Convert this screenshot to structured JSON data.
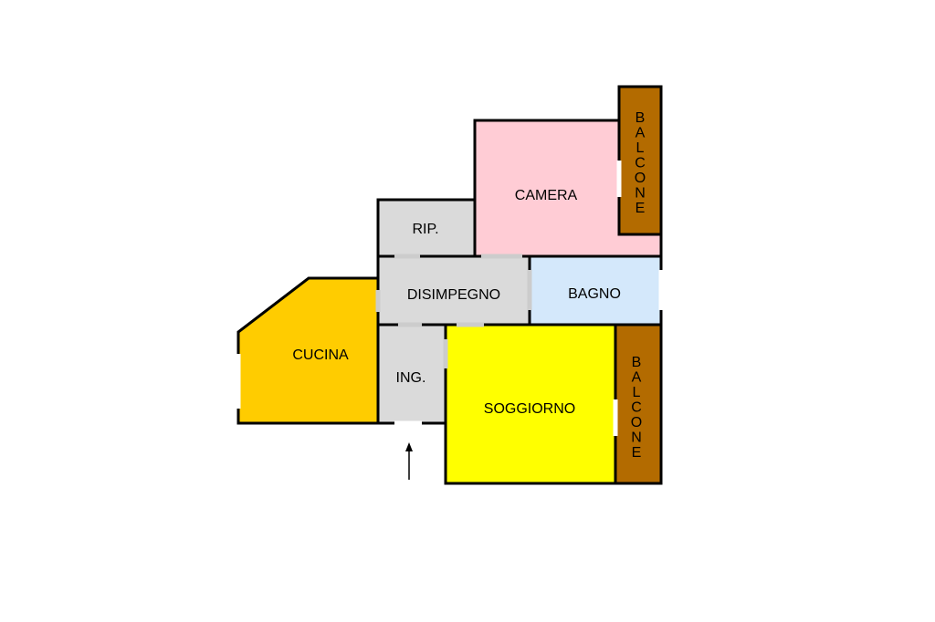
{
  "rooms": {
    "camera": {
      "label": "CAMERA",
      "color": "#ffccd5"
    },
    "balcone_top": {
      "label": "BALCONE",
      "color": "#b36b00"
    },
    "rip": {
      "label": "RIP.",
      "color": "#dadada"
    },
    "disimpegno": {
      "label": "DISIMPEGNO",
      "color": "#dadada"
    },
    "bagno": {
      "label": "BAGNO",
      "color": "#d4e8fb"
    },
    "cucina": {
      "label": "CUCINA",
      "color": "#ffcc00"
    },
    "ing": {
      "label": "ING.",
      "color": "#dadada"
    },
    "soggiorno": {
      "label": "SOGGIORNO",
      "color": "#ffff00"
    },
    "balcone_bottom": {
      "label": "BALCONE",
      "color": "#b36b00"
    }
  },
  "entrance_arrow": {
    "icon": "up-arrow-icon"
  }
}
